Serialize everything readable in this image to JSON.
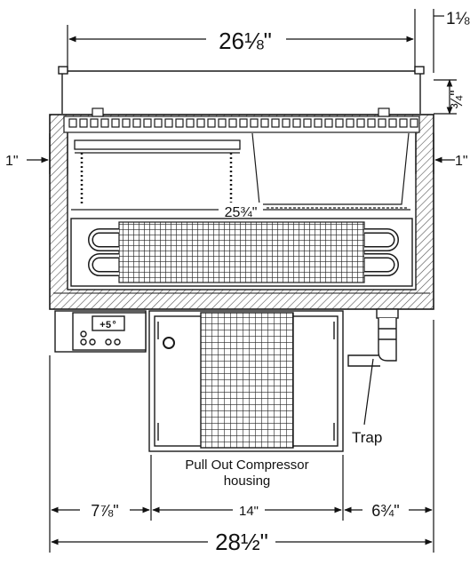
{
  "dimensions": {
    "top_width": "26⅛\"",
    "top_right_offset": "1⅛\"",
    "right_height": "¾\"",
    "left_wall": "1\"",
    "right_wall": "1\"",
    "inner_width": "25¾\"",
    "bottom_left": "7⅞\"",
    "bottom_center": "14\"",
    "bottom_right": "6¾\"",
    "overall_width": "28½\""
  },
  "labels": {
    "trap": "Trap",
    "compressor_line1": "Pull Out Compressor",
    "compressor_line2": "housing"
  },
  "controller": {
    "display": "+5°"
  },
  "colors": {
    "line": "#1a1a1a",
    "hatch": "#555555",
    "background": "#ffffff"
  }
}
